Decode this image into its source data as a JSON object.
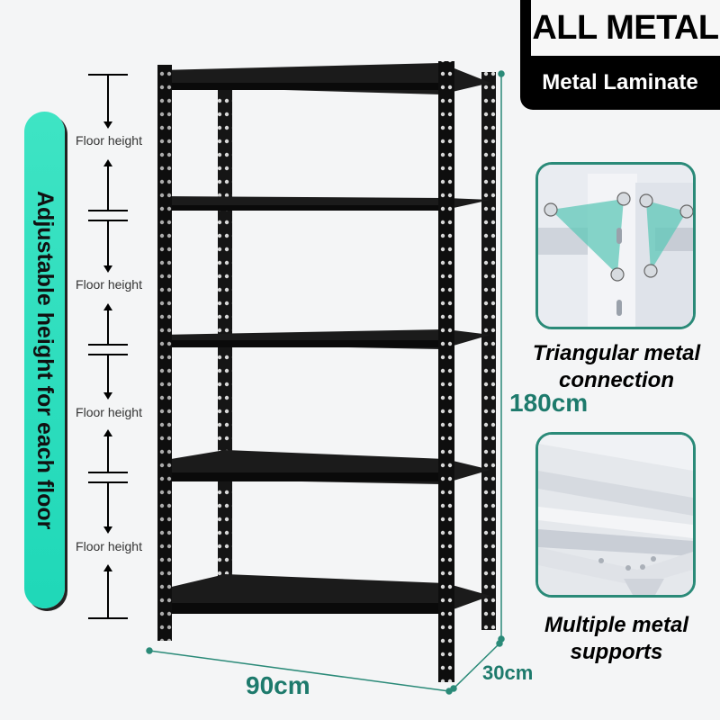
{
  "badge": {
    "title": "ALL METAL",
    "subtitle": "Metal Laminate"
  },
  "side_banner": {
    "text": "Adjustable height for each floor",
    "color": "#2ee0c0"
  },
  "floor_annotations": [
    {
      "label": "Floor height"
    },
    {
      "label": "Floor height"
    },
    {
      "label": "Floor height"
    },
    {
      "label": "Floor height"
    }
  ],
  "dimensions": {
    "width": "90cm",
    "depth": "30cm",
    "height": "180cm",
    "color": "#1d7a6c"
  },
  "product": {
    "name": "5-tier black metal shelving unit",
    "shelf_count": 5,
    "color": "#111111"
  },
  "features": [
    {
      "caption_line1": "Triangular metal",
      "caption_line2": "connection",
      "image": "triangular-bracket-closeup"
    },
    {
      "caption_line1": "Multiple metal",
      "caption_line2": "supports",
      "image": "shelf-support-closeup"
    }
  ]
}
